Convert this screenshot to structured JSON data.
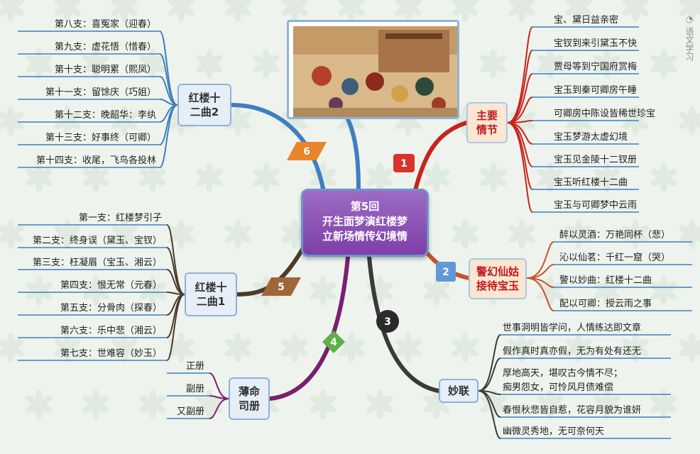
{
  "center": {
    "line1": "第5回",
    "line2": "开生面梦演红楼梦",
    "line3": "立新场情传幻境情"
  },
  "branches": {
    "plot": {
      "number": "1",
      "title_line1": "主要",
      "title_line2": "情节",
      "items": [
        "宝、黛日益亲密",
        "宝钗到来引黛玉不快",
        "贾母等到宁国府赏梅",
        "宝玉到秦可卿房午睡",
        "可卿房中陈设皆稀世珍宝",
        "宝玉梦游太虚幻境",
        "宝玉见金陵十二钗册",
        "宝玉听红楼十二曲",
        "宝玉与可卿梦中云雨"
      ]
    },
    "jinghuan": {
      "number": "2",
      "title_line1": "警幻仙姑",
      "title_line2": "接待宝玉",
      "items": [
        "醉以灵酒：万艳同杯（悲）",
        "沁以仙茗：千红一窟（哭）",
        "警以妙曲：红楼十二曲",
        "配以可卿：授云雨之事"
      ]
    },
    "couplet": {
      "number": "3",
      "title": "妙联",
      "items": [
        {
          "l1": "世事洞明皆学问，人情练达即文章"
        },
        {
          "l1": "假作真时真亦假，无为有处有还无"
        },
        {
          "l1": "厚地高天，堪叹古今情不尽；",
          "l2": "痴男怨女，可怜风月债难偿"
        },
        {
          "l1": "春恨秋悲皆自惹，花容月貌为谁妍"
        },
        {
          "l1": "幽微灵秀地，无可奈何天"
        }
      ]
    },
    "register": {
      "number": "4",
      "title_line1": "薄命",
      "title_line2": "司册",
      "items": [
        "正册",
        "副册",
        "又副册"
      ]
    },
    "songs1": {
      "number": "5",
      "title_line1": "红楼十",
      "title_line2": "二曲1",
      "items": [
        "第一支：红楼梦引子",
        "第二支：终身误（黛玉、宝钗）",
        "第三支：枉凝眉（宝玉、湘云）",
        "第四支：恨无常（元春）",
        "第五支：分骨肉（探春）",
        "第六支：乐中悲（湘云）",
        "第七支：世难容（妙玉）"
      ]
    },
    "songs2": {
      "number": "6",
      "title_line1": "红楼十",
      "title_line2": "二曲2",
      "items": [
        "第八支：喜冤家（迎春）",
        "第九支：虚花悟（惜春）",
        "第十支：聪明累（熙凤）",
        "第十一支：留馀庆（巧姐）",
        "第十二支：晚韶华：李纨",
        "第十三支：好事终（可卿）",
        "第十四支：收尾，飞鸟各投林"
      ]
    }
  },
  "watermark": "语文学习",
  "colors": {
    "plot": "#c8231b",
    "jinghuan": "#c8522a",
    "couplet": "#3a3a3a",
    "register": "#7a1f6e",
    "songs1": "#4a3a2a",
    "songs2": "#3f7fbf",
    "underline": "#3f7fbf"
  },
  "icons": {
    "picture": "illustration-painting-icon",
    "watermark": "wechat-logo-icon"
  }
}
